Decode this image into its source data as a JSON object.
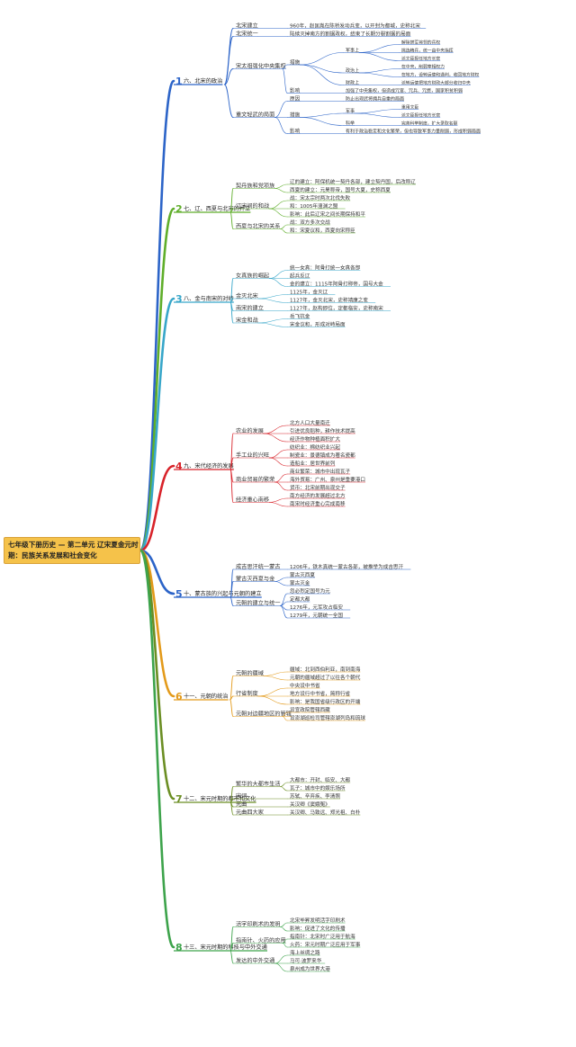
{
  "root": {
    "line1": "七年级下册历史 — 第二单元 辽宋夏金元时",
    "line2": "期：民族关系发展和社会变化"
  },
  "colors": {
    "topic1": "#2c64c8",
    "topic2": "#5fae2a",
    "topic3": "#37a6c9",
    "topic4": "#d8232a",
    "topic5": "#2c64c8",
    "topic6": "#e39a1a",
    "topic7": "#6b8e23",
    "topic8": "#3da34b",
    "root": "#f5c24a"
  },
  "topics": [
    {
      "num": "1",
      "label": "六、北宋的政治",
      "items": [
        {
          "label": "北宋建立",
          "items": [
            {
              "label": "960年，赵匡胤在陈桥发动兵变，以开封为都城，史称北宋"
            }
          ]
        },
        {
          "label": "北宋统一",
          "items": [
            {
              "label": "陆续灭掉南方的割据政权，结束了长期分裂割据的局面"
            }
          ]
        },
        {
          "label": "宋太祖强化中央集权",
          "items": [
            {
              "label": "措施",
              "items": [
                {
                  "label": "军事上",
                  "items": [
                    {
                      "label": "解除禁军将领的兵权"
                    },
                    {
                      "label": "挑选精兵，统一由中央指挥"
                    },
                    {
                      "label": "派文臣担任地方长官"
                    }
                  ]
                },
                {
                  "label": "政治上",
                  "items": [
                    {
                      "label": "在中央，削弱宰相权力"
                    },
                    {
                      "label": "在地方，设转运使和通判，收回地方财权"
                    }
                  ]
                },
                {
                  "label": "财政上",
                  "items": [
                    {
                      "label": "派转运使把地方财政大部分收归中央"
                    }
                  ]
                }
              ]
            },
            {
              "label": "影响",
              "items": [
                {
                  "label": "加强了中央集权，但造成冗官、冗兵、冗费，国家积贫积弱"
                }
              ]
            }
          ]
        },
        {
          "label": "重文轻武的局面",
          "items": [
            {
              "label": "原因",
              "items": [
                {
                  "label": "防止出现武将拥兵自重的局面"
                }
              ]
            },
            {
              "label": "措施",
              "items": [
                {
                  "label": "军事",
                  "items": [
                    {
                      "label": "重用文臣"
                    },
                    {
                      "label": "派文臣担任地方长官"
                    }
                  ]
                },
                {
                  "label": "科举",
                  "items": [
                    {
                      "label": "完善科举制度，扩大录取名额"
                    }
                  ]
                }
              ]
            },
            {
              "label": "影响",
              "items": [
                {
                  "label": "有利于政治稳定和文化繁荣，但也导致军事力量削弱，形成积弱局面"
                }
              ]
            }
          ]
        }
      ]
    },
    {
      "num": "2",
      "label": "七、辽、西夏与北宋的并立",
      "items": [
        {
          "label": "契丹族和党项族",
          "items": [
            {
              "label": "辽的建立：阿保机统一契丹各部，建立契丹国，后改称辽"
            },
            {
              "label": "西夏的建立：元昊称帝，国号大夏，史称西夏"
            }
          ]
        },
        {
          "label": "辽宋间的和战",
          "items": [
            {
              "label": "战：宋太宗时两次北伐失败"
            },
            {
              "label": "和：1005年澶渊之盟"
            },
            {
              "label": "影响：此后辽宋之间长期保持和平"
            }
          ]
        },
        {
          "label": "西夏与北宋的关系",
          "items": [
            {
              "label": "战：双方多次交战"
            },
            {
              "label": "和：宋夏议和，西夏向宋称臣"
            }
          ]
        }
      ]
    },
    {
      "num": "3",
      "label": "八、金与南宋的对峙",
      "items": [
        {
          "label": "女真族的崛起",
          "items": [
            {
              "label": "统一女真：阿骨打统一女真各部"
            },
            {
              "label": "起兵反辽"
            },
            {
              "label": "金的建立：1115年阿骨打称帝，国号大金"
            }
          ]
        },
        {
          "label": "金灭北宋",
          "items": [
            {
              "label": "1125年，金灭辽"
            },
            {
              "label": "1127年，金灭北宋，史称靖康之变"
            }
          ]
        },
        {
          "label": "南宋的建立",
          "items": [
            {
              "label": "1127年，赵构即位，定都临安，史称南宋"
            }
          ]
        },
        {
          "label": "宋金和战",
          "items": [
            {
              "label": "岳飞抗金"
            },
            {
              "label": "宋金议和，形成对峙局面"
            }
          ]
        }
      ]
    },
    {
      "num": "4",
      "label": "九、宋代经济的发展",
      "items": [
        {
          "label": "农业的发展",
          "items": [
            {
              "label": "北方人口大量南迁"
            },
            {
              "label": "引进优良稻种，耕作技术提高"
            },
            {
              "label": "经济作物种植面积扩大"
            }
          ]
        },
        {
          "label": "手工业的兴旺",
          "items": [
            {
              "label": "纺织业：棉纺织业兴起"
            },
            {
              "label": "制瓷业：景德镇成为著名瓷都"
            },
            {
              "label": "造船业：居世界前列"
            }
          ]
        },
        {
          "label": "商业贸易的繁荣",
          "items": [
            {
              "label": "商业繁荣：城市中出现瓦子"
            },
            {
              "label": "海外贸易：广州、泉州是重要港口"
            },
            {
              "label": "货币：北宋前期出现交子"
            }
          ]
        },
        {
          "label": "经济重心南移",
          "items": [
            {
              "label": "南方经济的发展超过北方"
            },
            {
              "label": "南宋时经济重心完成南移"
            }
          ]
        }
      ]
    },
    {
      "num": "5",
      "label": "十、蒙古族的兴起与元朝的建立",
      "items": [
        {
          "label": "成吉思汗统一蒙古",
          "items": [
            {
              "label": "1206年，铁木真统一蒙古各部，被推举为成吉思汗"
            }
          ]
        },
        {
          "label": "蒙古灭西夏与金",
          "items": [
            {
              "label": "蒙古灭西夏"
            },
            {
              "label": "蒙古灭金"
            }
          ]
        },
        {
          "label": "元朝的建立与统一",
          "items": [
            {
              "label": "忽必烈定国号为元"
            },
            {
              "label": "定都大都"
            },
            {
              "label": "1276年，元军攻占临安"
            },
            {
              "label": "1279年，元朝统一全国"
            }
          ]
        }
      ]
    },
    {
      "num": "6",
      "label": "十一、元朝的统治",
      "items": [
        {
          "label": "元朝的疆域",
          "items": [
            {
              "label": "疆域：北到西伯利亚，南到南海"
            },
            {
              "label": "元朝的疆域超过了以往各个朝代"
            }
          ]
        },
        {
          "label": "行省制度",
          "items": [
            {
              "label": "中央设中书省"
            },
            {
              "label": "地方设行中书省，简称行省"
            },
            {
              "label": "影响：是我国省级行政区的开端"
            }
          ]
        },
        {
          "label": "元朝对边疆地区的管辖",
          "items": [
            {
              "label": "设宣政院管辖西藏"
            },
            {
              "label": "设澎湖巡检司管辖澎湖列岛和琉球"
            }
          ]
        }
      ]
    },
    {
      "num": "7",
      "label": "十二、宋元时期的都市和文化",
      "items": [
        {
          "label": "繁华的大都市生活",
          "items": [
            {
              "label": "大都市：开封、临安、大都"
            },
            {
              "label": "瓦子：城市中的娱乐场所"
            }
          ]
        },
        {
          "label": "宋词",
          "items": [
            {
              "label": "苏轼、辛弃疾、李清照"
            }
          ]
        },
        {
          "label": "元曲",
          "items": [
            {
              "label": "关汉卿《窦娥冤》"
            }
          ]
        },
        {
          "label": "元曲四大家",
          "items": [
            {
              "label": "关汉卿、马致远、郑光祖、白朴"
            }
          ]
        }
      ]
    },
    {
      "num": "8",
      "label": "十三、宋元时期的科技与中外交通",
      "items": [
        {
          "label": "活字印刷术的发明",
          "items": [
            {
              "label": "北宋毕昇发明活字印刷术"
            },
            {
              "label": "影响：促进了文化的传播"
            }
          ]
        },
        {
          "label": "指南针、火药的应用",
          "items": [
            {
              "label": "指南针：北宋时广泛用于航海"
            },
            {
              "label": "火药：宋元时期广泛应用于军事"
            }
          ]
        },
        {
          "label": "发达的中外交通",
          "items": [
            {
              "label": "海上丝绸之路"
            },
            {
              "label": "马可·波罗来华"
            },
            {
              "label": "泉州成为世界大港"
            }
          ]
        }
      ]
    }
  ]
}
